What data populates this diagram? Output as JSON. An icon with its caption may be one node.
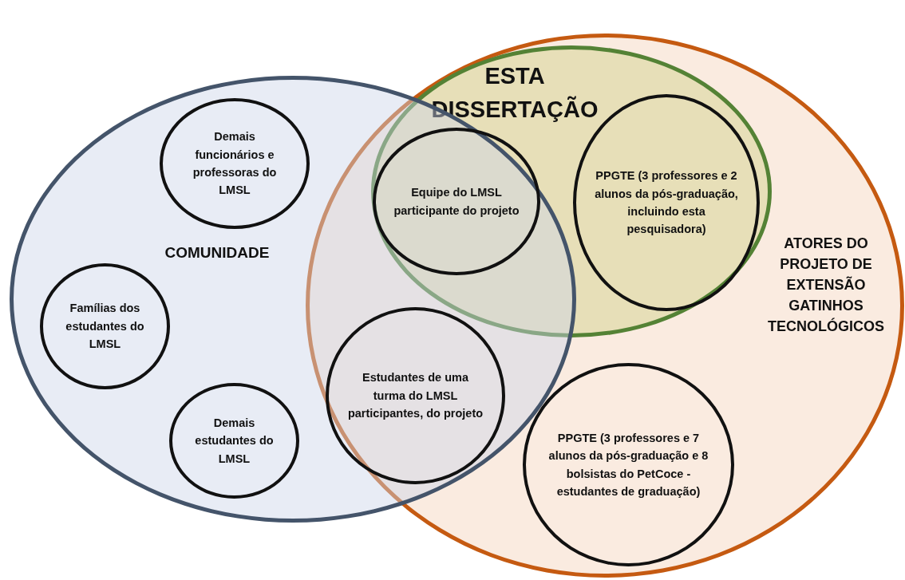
{
  "diagram": {
    "nodes": [
      {
        "text": [
          "COMUNIDADE"
        ]
      },
      {
        "text": [
          "ATORES DO PROJETO DE EXTENSÃO GATINHOS TECNOLÓGICOS"
        ]
      },
      {
        "text": [
          "ESTA DISSERTAÇÃO"
        ],
        "in": 1
      },
      {
        "text": [
          "Demais funcionários e professoras do LMSL"
        ],
        "in": 0
      },
      {
        "text": [
          "Famílias dos estudantes do LMSL"
        ],
        "in": 0
      },
      {
        "text": [
          "Demais estudantes do LMSL"
        ],
        "in": 0
      },
      {
        "text": [
          "Equipe do LMSL participante do projeto"
        ]
      },
      {
        "text": [
          "PPGTE (3 professores e 2 alunos da pós-graduação, incluindo esta pesquisadora)"
        ],
        "in": 2
      },
      {
        "text": [
          "Estudantes de uma turma do LMSL participantes, do projeto"
        ]
      },
      {
        "text": [
          "PPGTE (3 professores e 7 alunos da pós-graduação e 8 bolsistas do PetCoce - estudantes de graduação)"
        ],
        "in": 1
      }
    ]
  }
}
